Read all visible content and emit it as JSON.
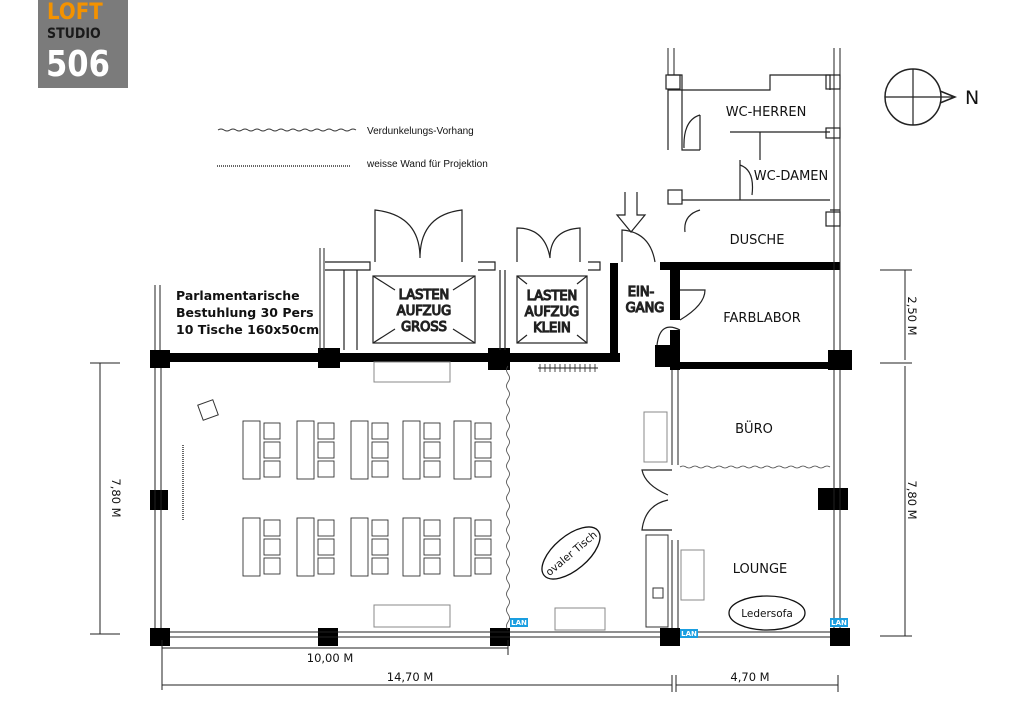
{
  "logo": {
    "line1": "LOFT",
    "line2": "STUDIO",
    "line3": "506",
    "accent_color": "#f39200",
    "bg_color": "#7b7b7b"
  },
  "legend": {
    "curtain": "Verdunkelungs-Vorhang",
    "projection_wall": "weisse Wand für Projektion"
  },
  "compass": {
    "label": "N"
  },
  "seating_note": {
    "line1": "Parlamentarische",
    "line2": "Bestuhlung 30 Pers",
    "line3": "10 Tische 160x50cm"
  },
  "rooms": {
    "wc_herren": "WC-HERREN",
    "wc_damen": "WC-DAMEN",
    "dusche": "DUSCHE",
    "farblabor": "FARBLABOR",
    "buero": "BÜRO",
    "lounge": "LOUNGE",
    "eingang_1": "EIN-",
    "eingang_2": "GANG",
    "lift_gross": [
      "LASTEN",
      "AUFZUG",
      "GROSS"
    ],
    "lift_klein": [
      "LASTEN",
      "AUFZUG",
      "KLEIN"
    ]
  },
  "furniture": {
    "oval_table": "ovaler Tisch",
    "sofa": "Ledersofa"
  },
  "lan_label": "LAN",
  "dimensions": {
    "left_height": "7,80 M",
    "right_height_lower": "7,80 M",
    "right_height_upper": "2,50 M",
    "width_10": "10,00 M",
    "width_total": "14,70 M",
    "width_right": "4,70 M"
  }
}
